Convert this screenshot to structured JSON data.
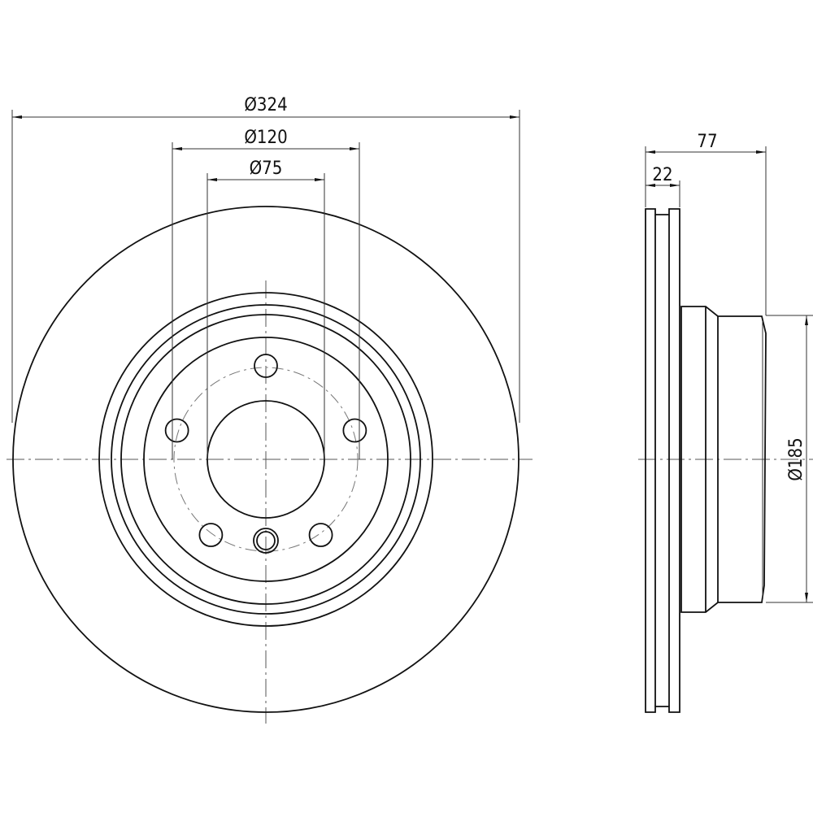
{
  "drawing": {
    "front_view": {
      "outer_diameter_label": "Ø324",
      "bolt_circle_label": "Ø120",
      "center_bore_label": "Ø75",
      "bolt_hole_count": 5
    },
    "side_view": {
      "overall_height_label": "77",
      "disc_thickness_label": "22",
      "hat_diameter_label": "Ø185"
    }
  }
}
